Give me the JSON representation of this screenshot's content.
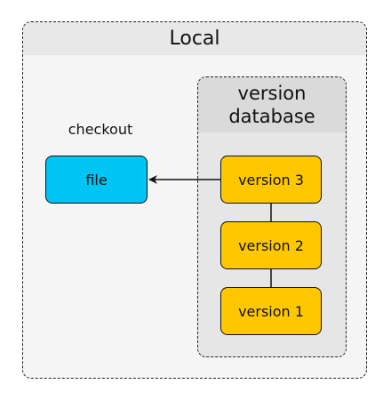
{
  "local": {
    "title": "Local"
  },
  "version_db": {
    "title_line1": "version",
    "title_line2": "database"
  },
  "checkout_label": "checkout",
  "file_label": "file",
  "versions": [
    "version 3",
    "version 2",
    "version 1"
  ],
  "colors": {
    "file": "#00c4f4",
    "version": "#ffc700"
  }
}
